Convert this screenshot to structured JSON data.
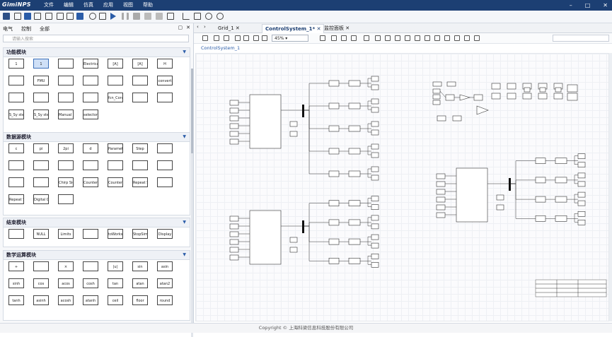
{
  "app": {
    "logo": "GimiNPS"
  },
  "menu": [
    "文件",
    "编辑",
    "仿真",
    "应用",
    "视图",
    "帮助"
  ],
  "window_controls": [
    "minimize",
    "restore",
    "close"
  ],
  "library": {
    "tabs": [
      "电气",
      "控制",
      "全部"
    ],
    "search_placeholder": "请输入搜索",
    "sections": [
      {
        "title": "功能模块",
        "blocks": [
          "1",
          "1",
          "",
          "Electrical Interface",
          "[A]",
          "[A]",
          "H",
          "",
          "FMU",
          "",
          "",
          "",
          "",
          "convert",
          "",
          "",
          "",
          "",
          "fcn_Convert",
          "",
          "",
          "S_Sy stem",
          "S_Sy stem",
          "Manual Switch",
          "selector"
        ]
      },
      {
        "title": "数据源模块",
        "blocks": [
          "c",
          "pi",
          "2pi",
          "d",
          "Parameter",
          "Step",
          "",
          "",
          "",
          "",
          "",
          "",
          "",
          "",
          "",
          "",
          "Chirp Signal",
          "Counter Limited",
          "Counter Free",
          "Repeat Seq",
          "",
          "Repeat Seq",
          "Digital Clock",
          ""
        ]
      },
      {
        "title": "结束模块",
        "blocks": [
          "",
          "NULL",
          "Limits",
          "",
          "toWorkspace File",
          "StopSimulation",
          "Display"
        ]
      },
      {
        "title": "数学运算模块",
        "blocks": [
          "+",
          "",
          "×",
          "",
          "|u|",
          "sin",
          "asin",
          "sinh",
          "cos",
          "acos",
          "cosh",
          "tan",
          "atan",
          "atan2",
          "tanh",
          "asinh",
          "acosh",
          "atanh",
          "ceil",
          "floor",
          "round"
        ]
      }
    ]
  },
  "editor": {
    "tabs": [
      "Grid_1",
      "ControlSystem_1*",
      "监控面板"
    ],
    "active_tab": "ControlSystem_1*",
    "zoom": "45%",
    "breadcrumb": "ControlSystem_1"
  },
  "footer": {
    "copyright": "Copyright © 上海科梁信息科技股份有限公司"
  },
  "colors": {
    "titlebar": "#1c3f73",
    "accent": "#2a5ca8"
  }
}
